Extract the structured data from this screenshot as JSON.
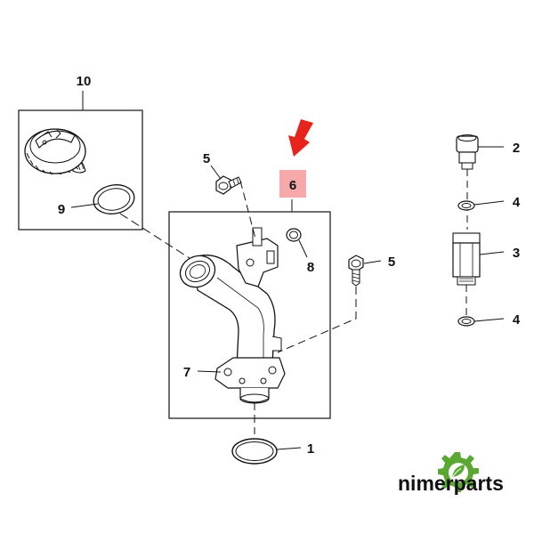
{
  "callouts": {
    "c1": "1",
    "c2": "2",
    "c3": "3",
    "c4a": "4",
    "c4b": "4",
    "c5a": "5",
    "c5b": "5",
    "c6": "6",
    "c7": "7",
    "c8": "8",
    "c9": "9",
    "c10": "10"
  },
  "brand": {
    "name": "nimerparts",
    "logo_icon": "gear-leaf-icon"
  },
  "colors": {
    "highlight_box": "#f7a9a9",
    "arrow": "#e8231b",
    "line_art": "#111111",
    "brand_green": "#5aa832"
  }
}
